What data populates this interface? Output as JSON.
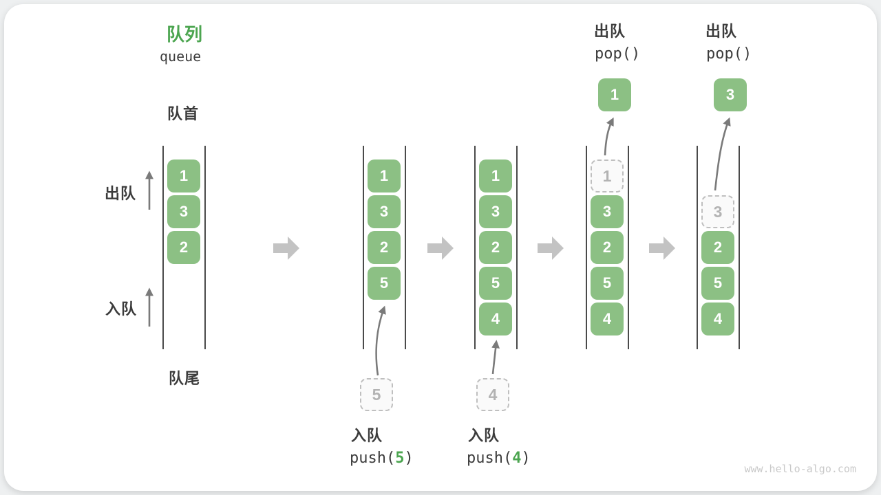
{
  "page": {
    "title_zh": "队列",
    "title_en": "queue",
    "watermark": "www.hello-algo.com"
  },
  "labels": {
    "front": "队首",
    "rear": "队尾",
    "dequeue": "出队",
    "enqueue": "入队"
  },
  "colors": {
    "cell_green": "#8CC084",
    "accent_green": "#4CA550",
    "text_dark": "#3C3C3C",
    "arrow_gray": "#7A7A7A",
    "big_arrow_gray": "#C3C3C3",
    "dashed_border": "#BFBFBF",
    "dashed_text": "#B3B3B3",
    "wall": "#4A4A4A",
    "watermark_gray": "#C9C9C9"
  },
  "icons": {
    "transition": "right-arrow-icon",
    "flow": "up-arrow-icon"
  },
  "diagram": {
    "states": [
      {
        "name": "state-1",
        "cells": [
          {
            "row": 0,
            "value": "1",
            "type": "solid"
          },
          {
            "row": 1,
            "value": "3",
            "type": "solid"
          },
          {
            "row": 2,
            "value": "2",
            "type": "solid"
          }
        ]
      },
      {
        "name": "state-2",
        "cells": [
          {
            "row": 0,
            "value": "1",
            "type": "solid"
          },
          {
            "row": 1,
            "value": "3",
            "type": "solid"
          },
          {
            "row": 2,
            "value": "2",
            "type": "solid"
          },
          {
            "row": 3,
            "value": "5",
            "type": "solid"
          }
        ],
        "staged_value": "5",
        "op": {
          "label": "入队",
          "code_before": "push(",
          "code_arg": "5",
          "code_after": ")"
        }
      },
      {
        "name": "state-3",
        "cells": [
          {
            "row": 0,
            "value": "1",
            "type": "solid"
          },
          {
            "row": 1,
            "value": "3",
            "type": "solid"
          },
          {
            "row": 2,
            "value": "2",
            "type": "solid"
          },
          {
            "row": 3,
            "value": "5",
            "type": "solid"
          },
          {
            "row": 4,
            "value": "4",
            "type": "solid"
          }
        ],
        "staged_value": "4",
        "op": {
          "label": "入队",
          "code_before": "push(",
          "code_arg": "4",
          "code_after": ")"
        }
      },
      {
        "name": "state-4",
        "cells": [
          {
            "row": 0,
            "value": "1",
            "type": "dashed"
          },
          {
            "row": 1,
            "value": "3",
            "type": "solid"
          },
          {
            "row": 2,
            "value": "2",
            "type": "solid"
          },
          {
            "row": 3,
            "value": "5",
            "type": "solid"
          },
          {
            "row": 4,
            "value": "4",
            "type": "solid"
          }
        ],
        "popped_value": "1",
        "op": {
          "label": "出队",
          "code": "pop()"
        }
      },
      {
        "name": "state-5",
        "cells": [
          {
            "row": 1,
            "value": "3",
            "type": "dashed"
          },
          {
            "row": 2,
            "value": "2",
            "type": "solid"
          },
          {
            "row": 3,
            "value": "5",
            "type": "solid"
          },
          {
            "row": 4,
            "value": "4",
            "type": "solid"
          }
        ],
        "popped_value": "3",
        "op": {
          "label": "出队",
          "code": "pop()"
        }
      }
    ]
  }
}
